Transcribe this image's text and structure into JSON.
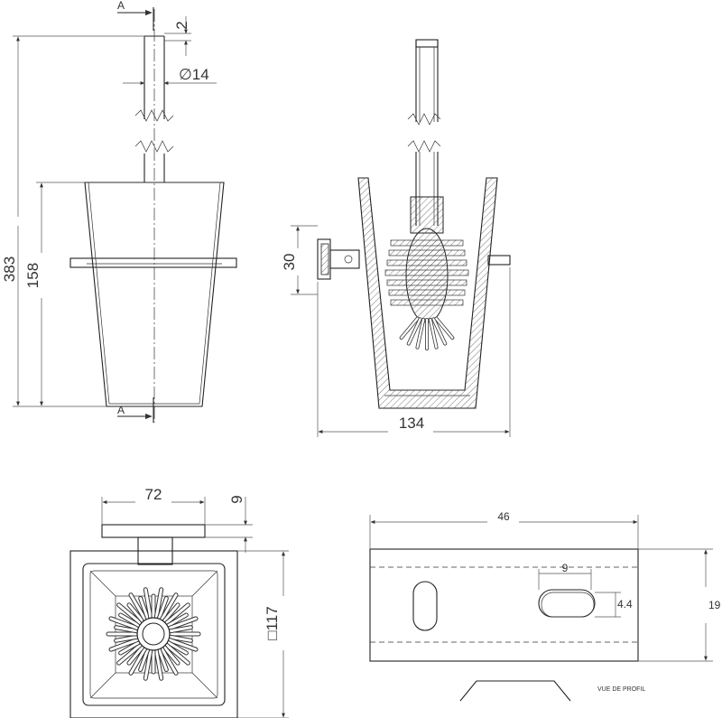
{
  "front_view": {
    "section_marker_top": "A",
    "section_marker_bottom": "A",
    "dim_top_offset": "2",
    "dim_handle_diameter": "∅14",
    "dim_total_height": "383",
    "dim_cup_height": "158"
  },
  "section_view": {
    "dim_bracket_height": "30",
    "dim_depth": "134"
  },
  "top_view": {
    "dim_bracket_width": "72",
    "dim_bracket_thickness": "9",
    "dim_square_size": "□117"
  },
  "profile_view": {
    "dim_length": "46",
    "dim_slot_length": "9",
    "dim_slot_width": "4.4",
    "dim_height": "19",
    "caption": "VUE DE PROFIL"
  }
}
